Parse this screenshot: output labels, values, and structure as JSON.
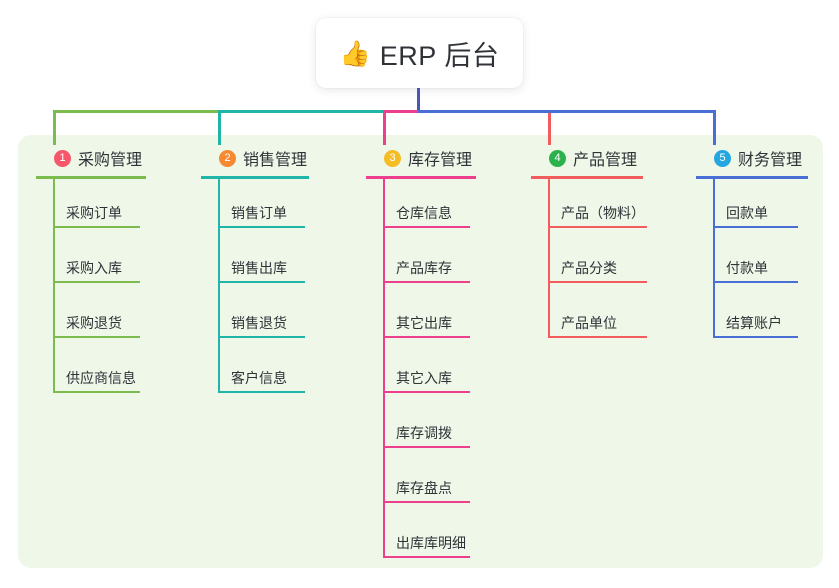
{
  "diagram": {
    "type": "mind-map",
    "root": {
      "emoji": "👍",
      "emoji_name": "thumbs-up-icon",
      "label": "ERP 后台"
    },
    "panel_background": "#eef7e8",
    "root_stem_color": "#4a55b8",
    "branches": [
      {
        "number": "1",
        "label": "采购管理",
        "badge_color": "#f4586a",
        "line_color": "#7cbb4e",
        "children": [
          {
            "label": "采购订单"
          },
          {
            "label": "采购入库"
          },
          {
            "label": "采购退货"
          },
          {
            "label": "供应商信息"
          }
        ]
      },
      {
        "number": "2",
        "label": "销售管理",
        "badge_color": "#f58a32",
        "line_color": "#1fb5a8",
        "children": [
          {
            "label": "销售订单"
          },
          {
            "label": "销售出库"
          },
          {
            "label": "销售退货"
          },
          {
            "label": "客户信息"
          }
        ]
      },
      {
        "number": "3",
        "label": "库存管理",
        "badge_color": "#f5bc26",
        "line_color": "#ed3f8e",
        "children": [
          {
            "label": "仓库信息"
          },
          {
            "label": "产品库存"
          },
          {
            "label": "其它出库"
          },
          {
            "label": "其它入库"
          },
          {
            "label": "库存调拨"
          },
          {
            "label": "库存盘点"
          },
          {
            "label": "出库库明细"
          }
        ]
      },
      {
        "number": "4",
        "label": "产品管理",
        "badge_color": "#2bb24c",
        "line_color": "#f25c5c",
        "children": [
          {
            "label": "产品（物料）"
          },
          {
            "label": "产品分类"
          },
          {
            "label": "产品单位"
          }
        ]
      },
      {
        "number": "5",
        "label": "财务管理",
        "badge_color": "#24a7e0",
        "line_color": "#4a6fd4",
        "children": [
          {
            "label": "回款单"
          },
          {
            "label": "付款单"
          },
          {
            "label": "结算账户"
          }
        ]
      }
    ]
  }
}
